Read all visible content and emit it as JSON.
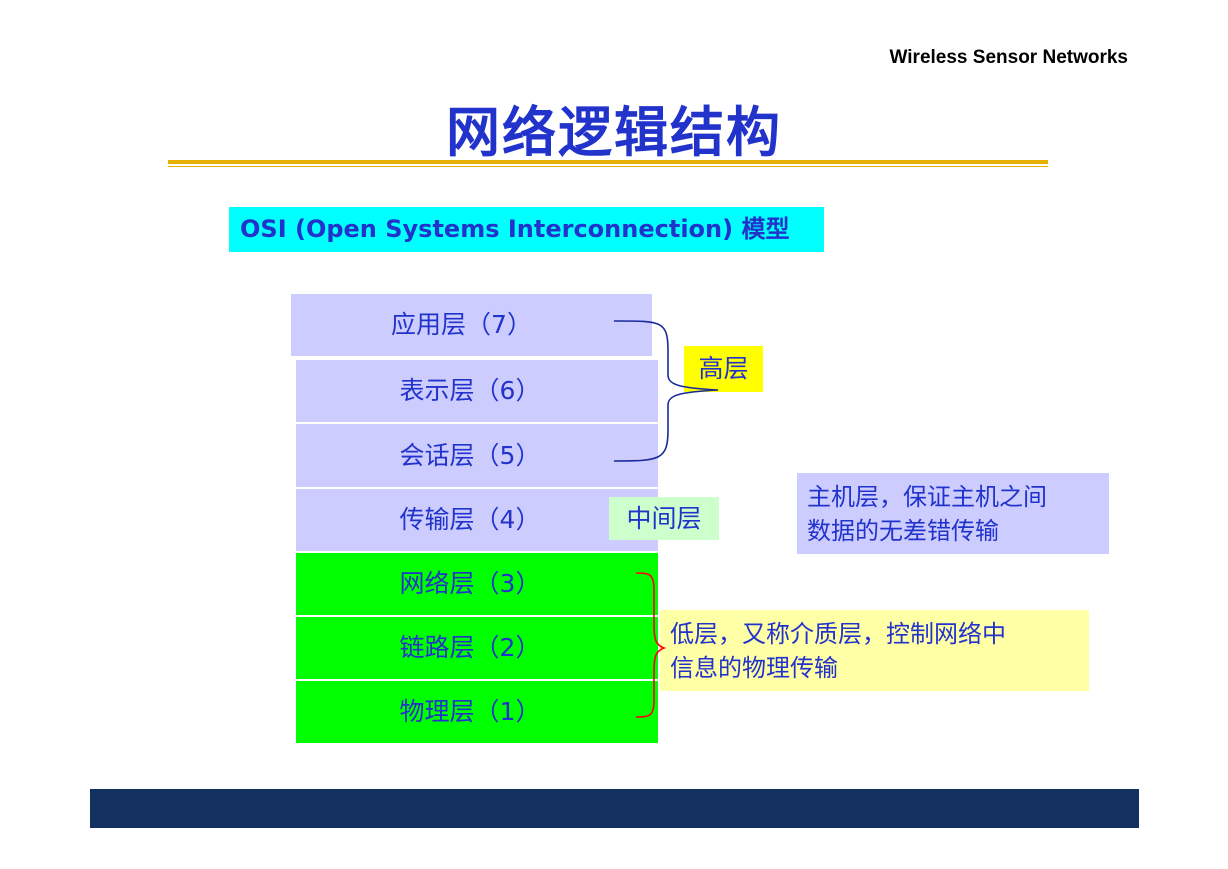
{
  "header": {
    "text": "Wireless Sensor Networks"
  },
  "title": "网络逻辑结构",
  "subtitle": "OSI (Open Systems Interconnection) 模型",
  "layers": [
    {
      "label": "应用层（7）",
      "group": "upper"
    },
    {
      "label": "表示层（6）",
      "group": "upper"
    },
    {
      "label": "会话层（5）",
      "group": "upper"
    },
    {
      "label": "传输层（4）",
      "group": "upper"
    },
    {
      "label": "网络层（3）",
      "group": "lower"
    },
    {
      "label": "链路层（2）",
      "group": "lower"
    },
    {
      "label": "物理层（1）",
      "group": "lower"
    }
  ],
  "labels": {
    "high": "高层",
    "middle": "中间层",
    "host_note_line1": "主机层，保证主机之间",
    "host_note_line2": "数据的无差错传输",
    "low_note_line1": "低层，又称介质层，控制网络中",
    "low_note_line2": "信息的物理传输"
  },
  "colors": {
    "title": "#2233cc",
    "upper_layer": "#ccccff",
    "lower_layer": "#00ff00",
    "subtitle_bg": "#00ffff",
    "high_tag_bg": "#ffff00",
    "middle_tag_bg": "#ccffcc",
    "low_note_bg": "#ffffa6",
    "footer": "#143060"
  }
}
